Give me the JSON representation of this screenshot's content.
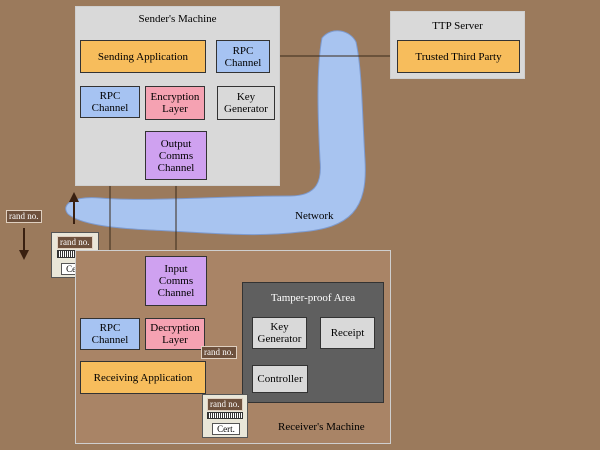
{
  "colors": {
    "background": "#9b7a5c",
    "sender_area": "#d9d9d9",
    "receiver_area": "#a98466",
    "tamper_area": "#5f5f5f",
    "network": "#a8c4f0"
  },
  "sender": {
    "title": "Sender's Machine",
    "sending_app": "Sending Application",
    "rpc_top": "RPC\nChannel",
    "rpc_left": "RPC\nChannel",
    "encryption": "Encryption\nLayer",
    "key_gen": "Key\nGenerator",
    "output": "Output\nComms\nChannel"
  },
  "ttp": {
    "title": "TTP Server",
    "box": "Trusted Third Party"
  },
  "network": {
    "label": "Network"
  },
  "left_token": {
    "tag": "rand no.",
    "card_tag": "rand no.",
    "cert": "Cert."
  },
  "receiver": {
    "title": "Receiver's Machine",
    "input": "Input\nComms\nChannel",
    "rpc": "RPC\nChannel",
    "decryption": "Decryption\nLayer",
    "receiving_app": "Receiving Application",
    "rand_tag": "rand no.",
    "card_tag": "rand no.",
    "cert": "Cert."
  },
  "tamper": {
    "title": "Tamper-proof Area",
    "key_gen": "Key\nGenerator",
    "receipt": "Receipt",
    "controller": "Controller"
  }
}
